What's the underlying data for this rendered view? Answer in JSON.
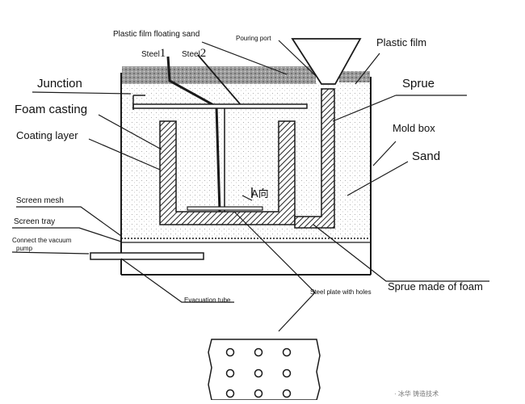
{
  "labels": {
    "plastic_film_floating_sand": "Plastic film floating sand",
    "pouring_port": "Pouring port",
    "plastic_film": "Plastic film",
    "steel1_word": "Steel",
    "steel1_num": "1",
    "steel2_word": "Steel",
    "steel2_num": "2",
    "junction": "Junction",
    "sprue": "Sprue",
    "foam_casting": "Foam casting",
    "mold_box": "Mold box",
    "coating_layer": "Coating layer",
    "sand": "Sand",
    "a_direction": "A向",
    "screen_mesh": "Screen mesh",
    "screen_tray": "Screen tray",
    "connect_vacuum_1": "Connect the vacuum",
    "connect_vacuum_2": "pump",
    "steel_plate_with_holes": "Steel plate with holes",
    "sprue_made_of_foam": "Sprue made of foam",
    "evacuation_tube": "Evacuation tube",
    "watermark": "· 冰华 铸造技术"
  },
  "colors": {
    "line": "#1a1a1a",
    "sand": "#b9b9b9",
    "hatch": "#2a2a2a"
  }
}
